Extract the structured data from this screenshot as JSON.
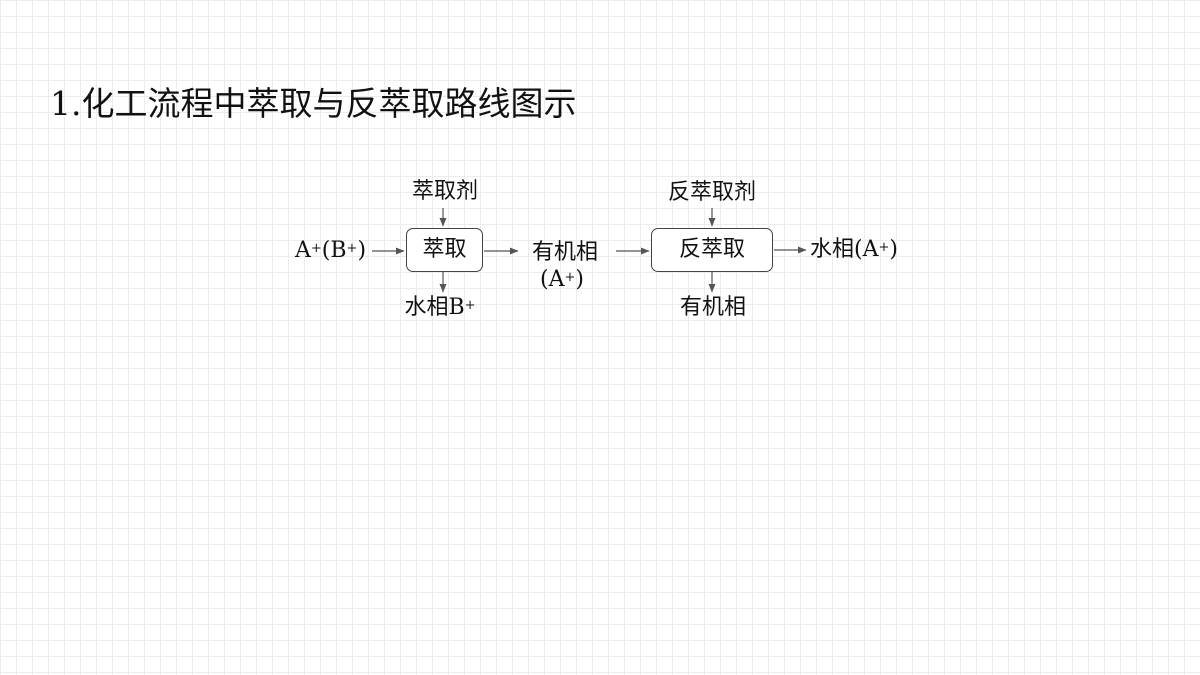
{
  "title": "1.化工流程中萃取与反萃取路线图示",
  "diagram": {
    "feed": {
      "main": "A",
      "charge1": "+",
      "open": "(B",
      "charge2": "+",
      "close": ")"
    },
    "extractant": "萃取剂",
    "extraction_box": "萃取",
    "aqueous_out": {
      "main": "水相B",
      "charge": "+"
    },
    "organic_phase": "有机相",
    "organic_phase_content": {
      "open": "(A",
      "charge": "+",
      "close": ")"
    },
    "stripping_agent": "反萃取剂",
    "stripping_box": "反萃取",
    "stripped_organic": "有机相",
    "aqueous_product": {
      "main": "水相(A",
      "charge": "+",
      "close": ")"
    }
  }
}
